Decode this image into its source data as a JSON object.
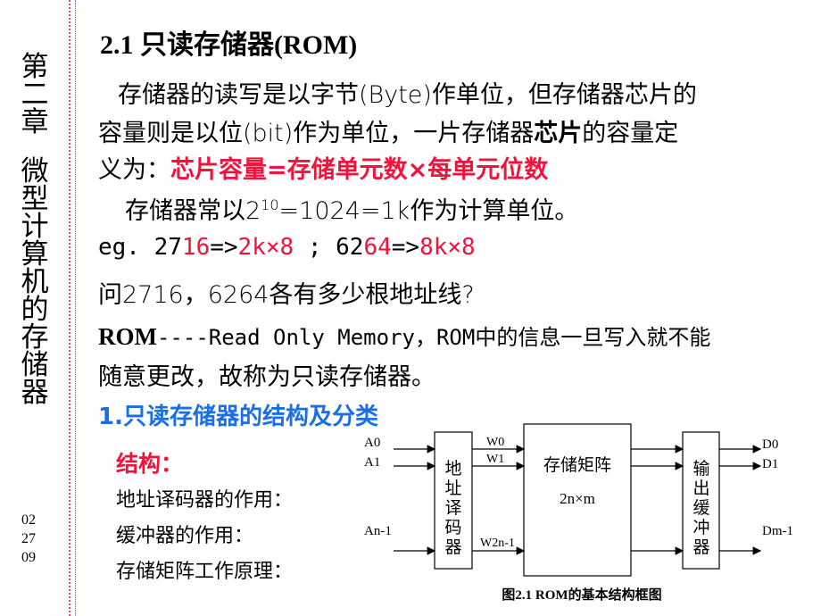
{
  "sidebar": {
    "chapter_chars": [
      "第",
      "二",
      "章",
      "",
      "微",
      "型",
      "计",
      "算",
      "机",
      "的",
      "存",
      "储",
      "器"
    ],
    "date_lines": [
      "02",
      "27",
      "09"
    ]
  },
  "title": "2.1 只读存储器(ROM)",
  "p1": {
    "l1": "存储器的读写是以字节(Byte)作单位，但存储器芯片的",
    "l2a": "容量则是以位(bit)作为单位，一片存储器",
    "l2b": "芯片",
    "l2c": "的容量定",
    "l3a": "义为：",
    "l3b": "芯片容量=存储单元数×每单元位数"
  },
  "p2": {
    "a": "存储器常以2",
    "sup": "10",
    "b": "=1024=1k作为计算单位。"
  },
  "eg": {
    "a": "eg. 27",
    "b": "16",
    "c": "=>",
    "d": "2k×8",
    "e": " ; 62",
    "f": "64",
    "g": "=>",
    "h": "8k×8"
  },
  "q": "问2716，6264各有多少根地址线?",
  "rom": {
    "a": "ROM",
    "b": "----Read Only Memory，ROM中的信息一旦写入就不能",
    "c": "随意更改，故称为只读存储器。"
  },
  "section": "1.只读存储器的结构及分类",
  "struct_label": "结构：",
  "items": [
    "地址译码器的作用：",
    "缓冲器的作用：",
    "存储矩阵工作原理："
  ],
  "diagram": {
    "inputs": [
      "A0",
      "A1",
      "An-1"
    ],
    "decoder": [
      "地",
      "址",
      "译",
      "码",
      "器"
    ],
    "words": [
      "W0",
      "W1",
      "W2n-1"
    ],
    "matrix_title": "存储矩阵",
    "matrix_size": "2n×m",
    "buffer": [
      "输",
      "出",
      "缓",
      "冲",
      "器"
    ],
    "outputs": [
      "D0",
      "D1",
      "Dm-1"
    ],
    "caption": "图2.1  ROM的基本结构框图"
  }
}
